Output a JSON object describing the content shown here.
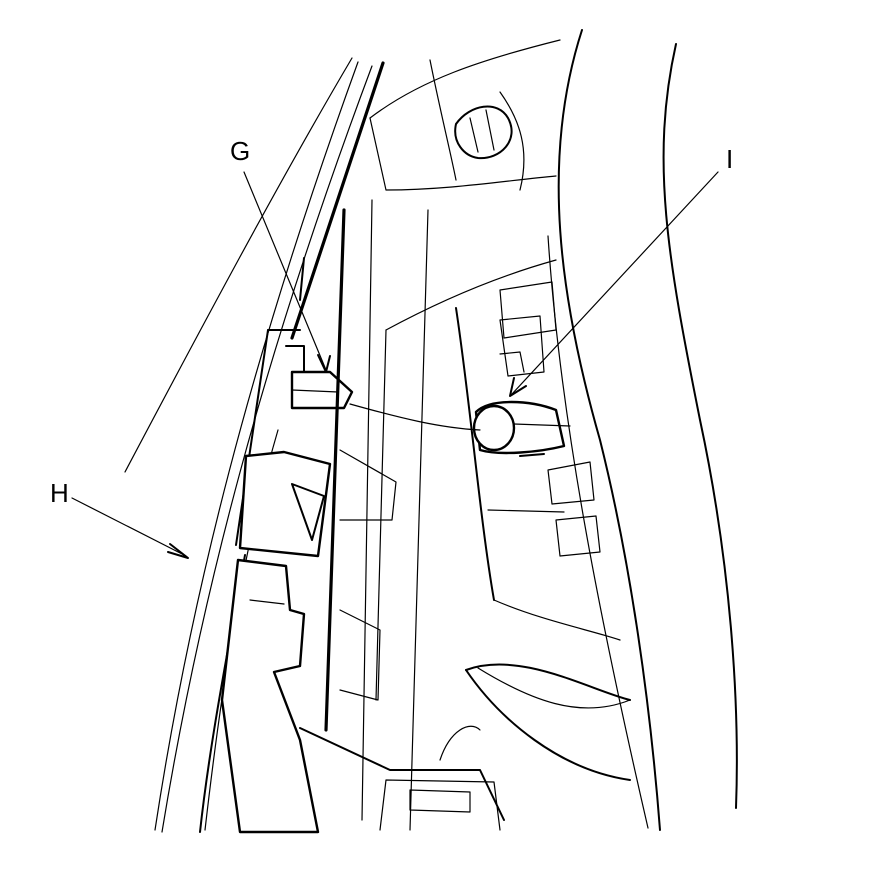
{
  "callouts": {
    "g": "G",
    "h": "H",
    "i": "I"
  },
  "colors": {
    "line": "#000000",
    "background": "#ffffff"
  }
}
